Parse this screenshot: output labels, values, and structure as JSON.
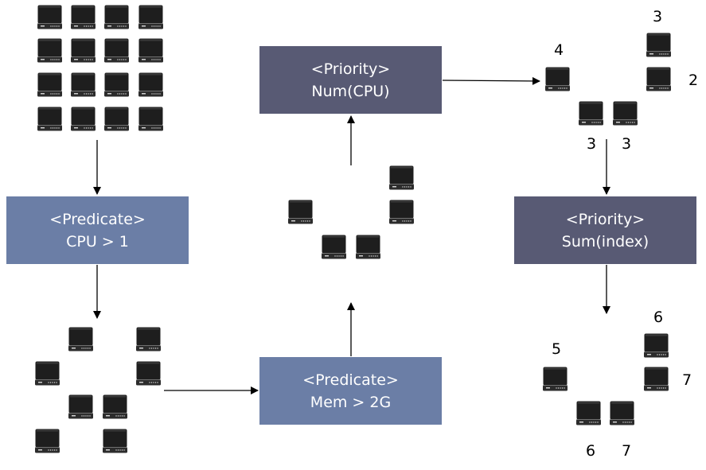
{
  "nodes": {
    "pred_cpu": {
      "tag": "<Predicate>",
      "rule": "CPU > 1"
    },
    "pred_mem": {
      "tag": "<Predicate>",
      "rule": "Mem > 2G"
    },
    "prio_num": {
      "tag": "<Priority>",
      "rule": "Num(CPU)"
    },
    "prio_sum": {
      "tag": "<Priority>",
      "rule": "Sum(index)"
    }
  },
  "scores_num_cpu": [
    "4",
    "3",
    "2",
    "3",
    "3"
  ],
  "scores_sum_index": [
    "5",
    "6",
    "7",
    "6",
    "7"
  ],
  "colors": {
    "predicate": "#6b7ea6",
    "priority": "#585a74",
    "server": "#1e1e1e"
  },
  "icons": [
    "server-icon"
  ]
}
